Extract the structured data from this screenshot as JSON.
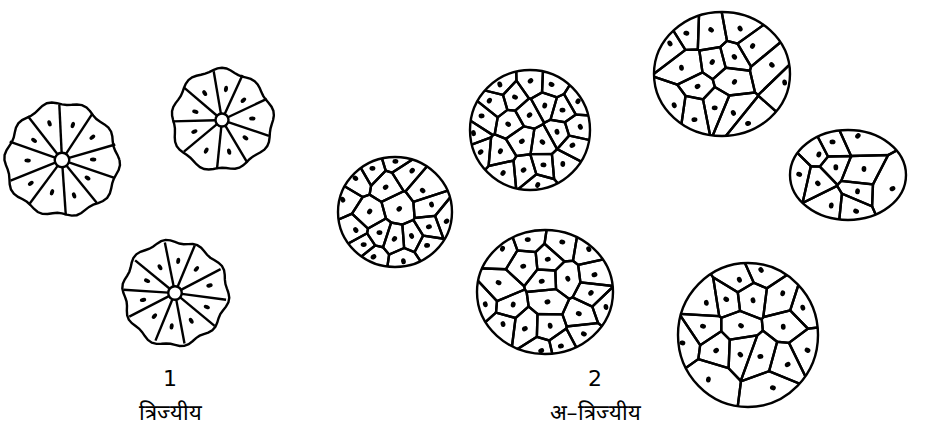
{
  "diagram": {
    "labels": [
      "1",
      "त्रिज्यीय",
      "2",
      "अ–त्रिज्यीय"
    ]
  }
}
